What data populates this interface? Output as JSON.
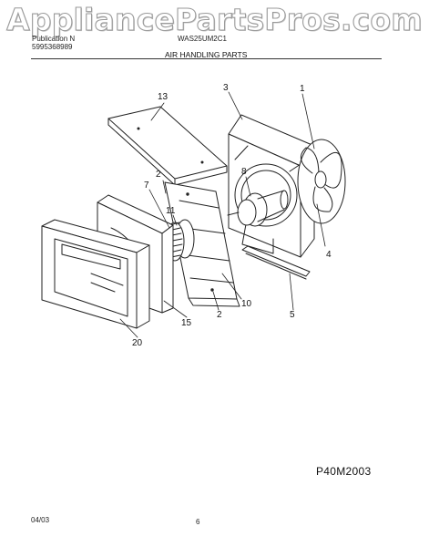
{
  "watermark": "AppliancePartsPros.com",
  "header": {
    "publication_label": "Publication N",
    "publication_number": "5995368989",
    "model": "WAS25UM2C1",
    "section_title": "AIR HANDLING PARTS"
  },
  "callouts": {
    "c1": "1",
    "c2a": "2",
    "c2b": "2",
    "c3": "3",
    "c4": "4",
    "c5": "5",
    "c7": "7",
    "c8": "8",
    "c10": "10",
    "c11": "11",
    "c13": "13",
    "c15": "15",
    "c20": "20"
  },
  "figure_code": "P40M2003",
  "footer": {
    "date": "04/03",
    "page": "6"
  },
  "colors": {
    "line": "#222222",
    "watermark_outline": "#9a9a9a"
  }
}
